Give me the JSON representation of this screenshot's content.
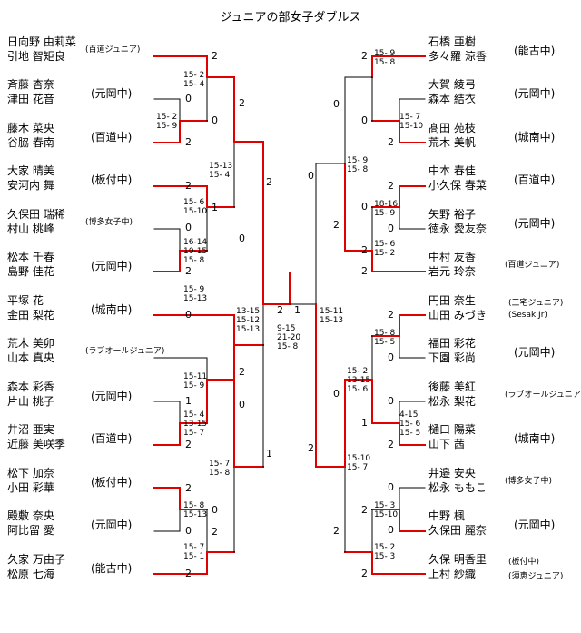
{
  "title": "ジュニアの部女子ダブルス",
  "left_entries": [
    {
      "p1": "日向野 由莉菜",
      "p2": "引地 智矩良",
      "school": "(百道ジュニア)"
    },
    {
      "p1": "斉藤 杏奈",
      "p2": "津田 花音",
      "school": "(元岡中)"
    },
    {
      "p1": "藤木 菜央",
      "p2": "谷脇 春南",
      "school": "(百道中)"
    },
    {
      "p1": "大家 晴美",
      "p2": "安河内 舞",
      "school": "(板付中)"
    },
    {
      "p1": "久保田 瑞稀",
      "p2": "村山 桃峰",
      "school": "(博多女子中)"
    },
    {
      "p1": "松本 千春",
      "p2": "島野 佳花",
      "school": "(元岡中)"
    },
    {
      "p1": "平塚 花",
      "p2": "金田 梨花",
      "school": "(城南中)"
    },
    {
      "p1": "荒木 美卯",
      "p2": "山本 真央",
      "school": "(ラブオールジュニア)"
    },
    {
      "p1": "森本 彩香",
      "p2": "片山 桃子",
      "school": "(元岡中)"
    },
    {
      "p1": "井沼 亜実",
      "p2": "近藤 美咲季",
      "school": "(百道中)"
    },
    {
      "p1": "松下 加奈",
      "p2": "小田 彩華",
      "school": "(板付中)"
    },
    {
      "p1": "殿敷 奈央",
      "p2": "阿比留 愛",
      "school": "(元岡中)"
    },
    {
      "p1": "久家 万由子",
      "p2": "松原 七海",
      "school": "(能古中)"
    }
  ],
  "right_entries": [
    {
      "p1": "石橋 亜樹",
      "p2": "多々羅 涼香",
      "school": "(能古中)"
    },
    {
      "p1": "大賀 綾弓",
      "p2": "森本 結衣",
      "school": "(元岡中)"
    },
    {
      "p1": "髙田 苑枝",
      "p2": "荒木 美帆",
      "school": "(城南中)"
    },
    {
      "p1": "中本 春佳",
      "p2": "小久保 春菜",
      "school": "(百道中)"
    },
    {
      "p1": "矢野 裕子",
      "p2": "徳永 愛友奈",
      "school": "(元岡中)"
    },
    {
      "p1": "中村 友香",
      "p2": "岩元 玲奈",
      "school": "(百道ジュニア)"
    },
    {
      "p1": "円田 奈生",
      "p2": "山田 みづき",
      "school": "(三宅ジュニア)",
      "school2": "(Sesak.Jr)"
    },
    {
      "p1": "福田 彩花",
      "p2": "下園 彩尚",
      "school": "(元岡中)"
    },
    {
      "p1": "後藤 美紅",
      "p2": "松永 梨花",
      "school": "(ラブオールジュニア)"
    },
    {
      "p1": "樋口 陽菜",
      "p2": "山下 茜",
      "school": "(城南中)"
    },
    {
      "p1": "井邉 安央",
      "p2": "松永 ももこ",
      "school": "(博多女子中)"
    },
    {
      "p1": "中野 楓",
      "p2": "久保田 麗奈",
      "school": "(元岡中)"
    },
    {
      "p1": "久保 明香里",
      "p2": "上村 紗織",
      "school": "(板付中)",
      "school2": "(須恵ジュニア)"
    }
  ],
  "scores": {
    "l1": "15- 2\n15- 4",
    "l2": "15- 2\n15- 9",
    "l3": "15-13\n15- 4",
    "l4": "15- 6\n15-10",
    "l5": "16-14\n10-15\n15- 8",
    "l6": "15- 9\n15-13",
    "l7": "13-15\n15-12\n15-13",
    "l8": "15-11\n15- 9",
    "l9": "15- 4\n13-15\n15- 7",
    "l10": "15- 7\n15- 8",
    "l11": "15- 8\n15-13",
    "l12": "15- 7\n15- 1",
    "f": "9-15\n21-20\n15- 8",
    "r1": "15- 9\n15- 8",
    "r2": "15- 7\n15-10",
    "r3": "15- 9\n15- 8",
    "r4": "18-16\n15- 9",
    "r5": "15- 6\n15- 2",
    "r6": "15-11\n15-13",
    "r7": "15- 8\n15- 5",
    "r8": "15- 2\n13-15\n15- 6",
    "r9": "4-15\n15- 6\n15- 5",
    "r10": "15-10\n15- 7",
    "r11": "15- 3\n15-10",
    "r12": "15- 2\n15- 3"
  },
  "results": {
    "a1": "2",
    "a2": "0",
    "a3": "0",
    "a4": "2",
    "a5": "2",
    "a6": "1",
    "a7": "0",
    "a8": "0",
    "a9": "2",
    "a10": "2",
    "a11": "0",
    "a12": "2",
    "a13": "2",
    "a14": "1",
    "a15": "0",
    "a16": "2",
    "a17": "2",
    "a18": "0",
    "a19": "0",
    "a20": "2",
    "a21": "2",
    "a22": "1",
    "b1": "2",
    "b2": "0",
    "b3": "0",
    "b4": "2",
    "b5": "0",
    "b6": "2",
    "b7": "0",
    "b8": "0",
    "b9": "2",
    "b10": "2",
    "b11": "2",
    "b12": "0",
    "b13": "2",
    "b14": "0",
    "b15": "1",
    "b16": "0",
    "b17": "2",
    "b18": "2",
    "b19": "2",
    "b20": "0",
    "b21": "2",
    "b22": "0",
    "b23": "2",
    "fL": "2",
    "fR": "1"
  },
  "colors": {
    "winner": "#e00000",
    "line": "#000000"
  }
}
